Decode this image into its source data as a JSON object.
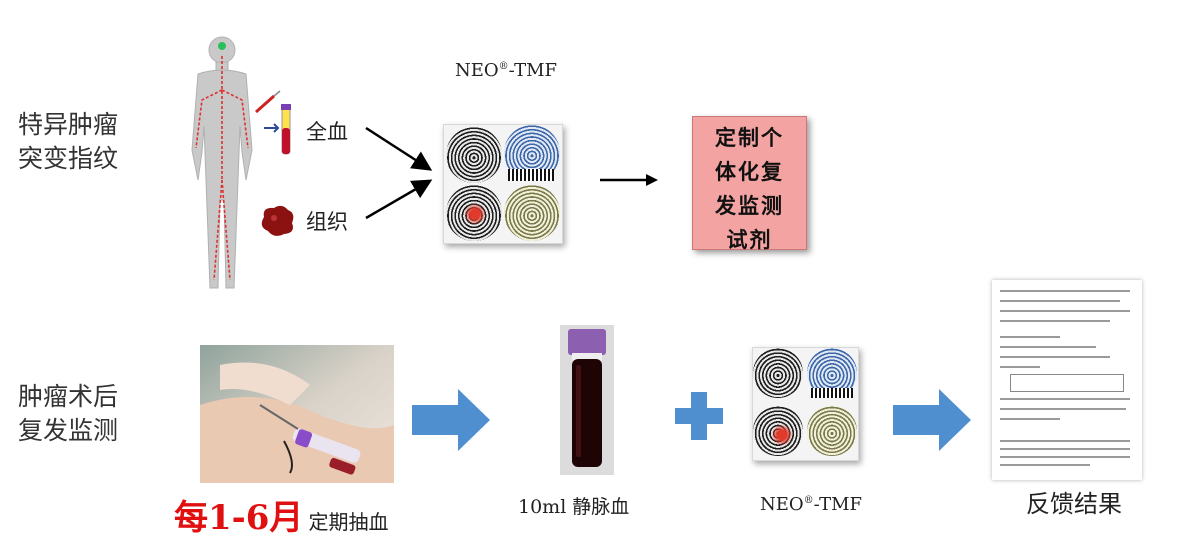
{
  "row1": {
    "label_line1": "特异肿瘤",
    "label_line2": "突变指纹",
    "input_whole_blood": "全血",
    "input_tissue": "组织",
    "product_name": "NEO",
    "product_mark": "®",
    "product_suffix": "-TMF",
    "kit_line1": "定制个",
    "kit_line2": "体化复",
    "kit_line3": "发监测",
    "kit_line4": "试剂"
  },
  "row2": {
    "label_line1": "肿瘤术后",
    "label_line2": "复发监测",
    "freq_highlight": "每1-6月",
    "freq_text": "定期抽血",
    "sample_text": "10ml 静脉血",
    "product_name": "NEO",
    "product_mark": "®",
    "product_suffix": "-TMF",
    "result_text": "反馈结果"
  },
  "colors": {
    "highlight_red": "#e01010",
    "kit_pink": "#f4a3a3",
    "arrow_blue": "#4f8fd0"
  }
}
